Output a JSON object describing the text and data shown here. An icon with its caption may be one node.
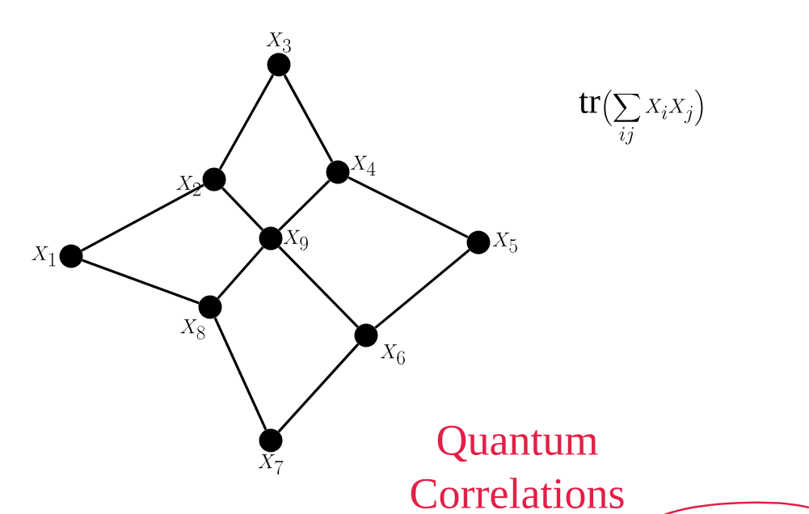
{
  "diagram": {
    "nodes": [
      {
        "text": [],
        "shape": "circle",
        "beside": [
          "X_1"
        ]
      },
      {
        "text": [],
        "shape": "circle",
        "beside": [
          "X_2"
        ]
      },
      {
        "text": [],
        "shape": "circle",
        "beside": [
          "X_3"
        ]
      },
      {
        "text": [],
        "shape": "circle",
        "beside": [
          "X_4"
        ]
      },
      {
        "text": [],
        "shape": "circle",
        "beside": [
          "X_5"
        ]
      },
      {
        "text": [],
        "shape": "circle",
        "beside": [
          "X_6"
        ]
      },
      {
        "text": [],
        "shape": "circle",
        "beside": [
          "X_7"
        ]
      },
      {
        "text": [],
        "shape": "circle",
        "beside": [
          "X_8"
        ]
      },
      {
        "text": [],
        "shape": "circle",
        "beside": [
          "X_9"
        ]
      }
    ],
    "edges": [
      {
        "from": 0,
        "to": 1,
        "arrow": "none"
      },
      {
        "from": 0,
        "to": 7,
        "arrow": "none"
      },
      {
        "from": 1,
        "to": 2,
        "arrow": "none"
      },
      {
        "from": 2,
        "to": 3,
        "arrow": "none"
      },
      {
        "from": 3,
        "to": 4,
        "arrow": "none"
      },
      {
        "from": 4,
        "to": 5,
        "arrow": "none"
      },
      {
        "from": 5,
        "to": 6,
        "arrow": "none"
      },
      {
        "from": 6,
        "to": 7,
        "arrow": "none"
      },
      {
        "from": 1,
        "to": 8,
        "arrow": "none"
      },
      {
        "from": 8,
        "to": 5,
        "arrow": "none"
      },
      {
        "from": 3,
        "to": 8,
        "arrow": "none"
      },
      {
        "from": 8,
        "to": 7,
        "arrow": "none"
      }
    ],
    "labels": [
      "\\mathrm{tr}\\Bigl(\\sum_{ij} X_i X_j\\Bigr)",
      "Quantum Correlations"
    ]
  }
}
